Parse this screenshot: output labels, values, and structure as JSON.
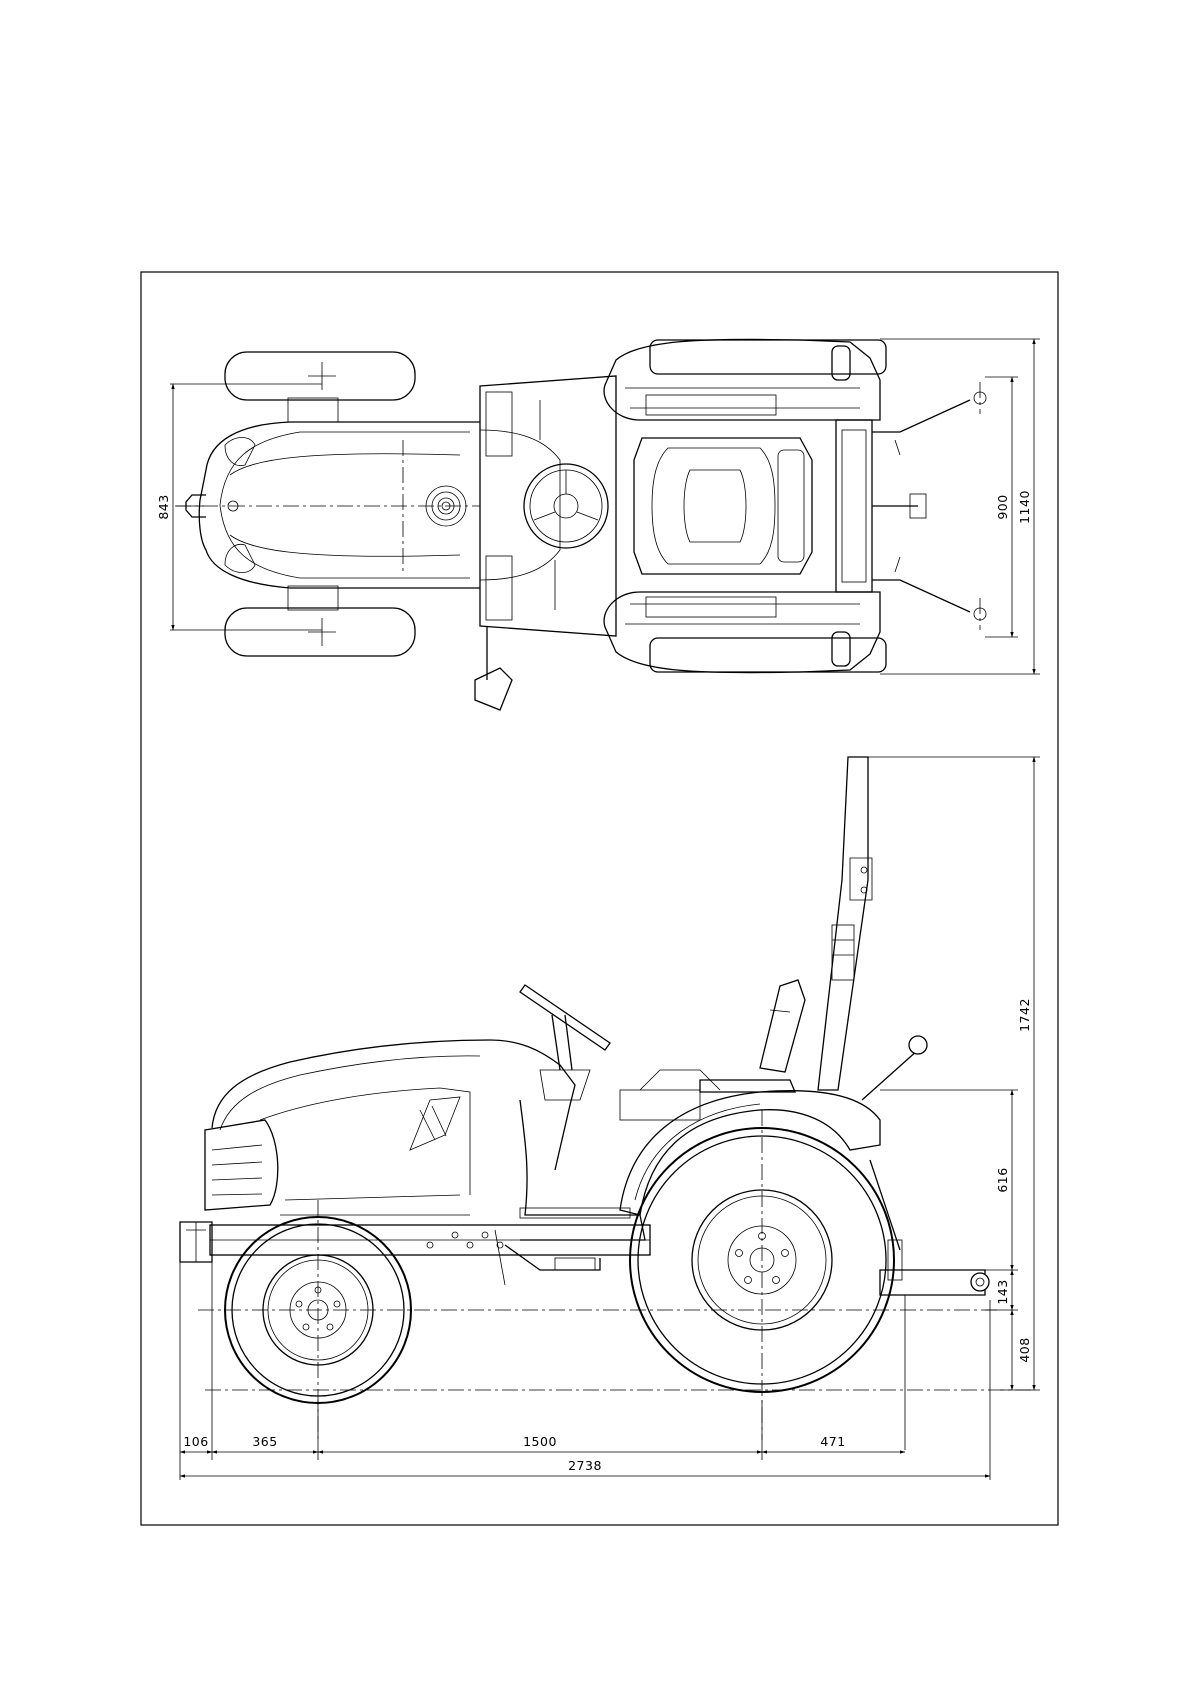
{
  "top_view": {
    "dimensions": {
      "front_track": "843",
      "rear_track": "900",
      "overall_width": "1140"
    }
  },
  "side_view": {
    "dimensions": {
      "overall_height": "1742",
      "rear_upper": "616",
      "hitch_offset": "143",
      "hitch_height": "408",
      "front_overhang": "106",
      "front_axle_offset": "365",
      "wheelbase": "1500",
      "rear_overhang": "471",
      "overall_length": "2738"
    }
  },
  "colors": {
    "line": "#000000",
    "paper": "#ffffff"
  }
}
